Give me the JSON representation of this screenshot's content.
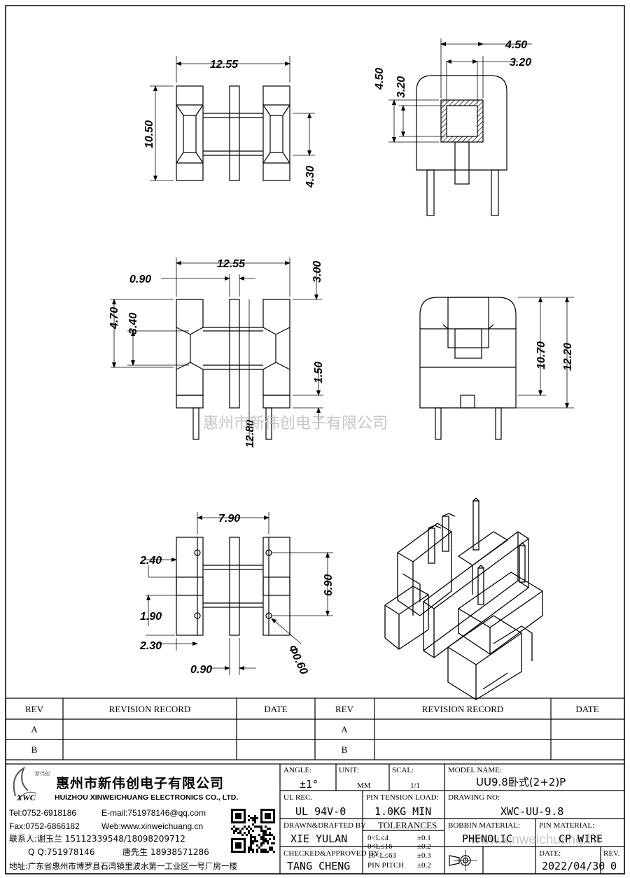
{
  "dimensions": {
    "v1_width": "12.55",
    "v1_height": "10.50",
    "v1_inner": "4.30",
    "v2_outer": "4.50",
    "v2_inner": "3.20",
    "v2_h_outer": "4.50",
    "v2_h_inner": "3.20",
    "v3_width": "12.55",
    "v3_flange": "0.90",
    "v3_top": "3.00",
    "v3_h1": "4.70",
    "v3_h2": "3.40",
    "v3_slot": "1.50",
    "v3_pin": "12.80",
    "v4_h1": "10.70",
    "v4_h2": "12.20",
    "v5_pitch": "7.90",
    "v5_a": "2.40",
    "v5_b": "6.90",
    "v5_c": "1.90",
    "v5_d": "2.30",
    "v5_e": "0.90",
    "v5_hole": "Φ0.60"
  },
  "watermark": {
    "center": "惠州市新伟创电子有限公司",
    "corner": "www.xinweichuang.cn"
  },
  "revision": {
    "headers": [
      "REV",
      "REVISION RECORD",
      "DATE",
      "REV",
      "REVISION RECORD",
      "DATE"
    ],
    "rows": [
      "A",
      "B"
    ]
  },
  "company": {
    "logo_text": "XWC",
    "logo_small": "新伟创",
    "name_cn": "惠州市新伟创电子有限公司",
    "name_en": "HUIZHOU XINWEICHUANG ELECTRONICS CO., LTD.",
    "tel": "Tel:0752-6918186",
    "email": "E-mail:751978146@qq.com",
    "fax": "Fax:0752-6866182",
    "web": "Web:www.xinweichuang.cn",
    "contact": "联系人:谢玉兰  15112339548/18098209712",
    "qq": "Q Q:751978146",
    "contact2": "唐先生 18938571286",
    "address": "地址:广东省惠州市博罗县石湾镇里波水第一工业区一号厂房一楼"
  },
  "titleblock": {
    "angle_label": "ANGLE:",
    "angle_value": "±1°",
    "unit_label": "UNIT:",
    "unit_value": "MM",
    "scale_label": "SCAL:",
    "scale_value": "1/1",
    "model_label": "MODEL NAME:",
    "model_value": "UU9.8卧式(2+2)P",
    "ul_label": "UL REC.",
    "ul_value": "UL 94V-0",
    "pin_tension_label": "PIN TENSION LOAD:",
    "pin_tension_value": "1.0KG MIN",
    "drawing_label": "DRAWING NO:",
    "drawing_value": "XWC-UU-9.8",
    "drawn_label": "DRAWN&DRAFTED BY",
    "drawn_value": "XIE YULAN",
    "tolerances_label": "TOLERANCES",
    "tol_1": "0<L≤4",
    "tol_1v": "±0.1",
    "tol_2": "0<L≤16",
    "tol_2v": "±0.2",
    "tol_3": "16<L≤63",
    "tol_3v": "±0.3",
    "tol_4": "PIN PITCH",
    "tol_4v": "±0.2",
    "bobbin_label": "BOBBIN MATERIAL:",
    "bobbin_value": "PHENOLIC",
    "pin_mat_label": "PIN MATERIAL:",
    "pin_mat_value": "CP WIRE",
    "checked_label": "CHECKED&APPROVED BY",
    "checked_value": "TANG CHENG",
    "date_label": "DATE:",
    "date_value": "2022/04/30",
    "rev_label": "REV.",
    "rev_value": "0"
  }
}
